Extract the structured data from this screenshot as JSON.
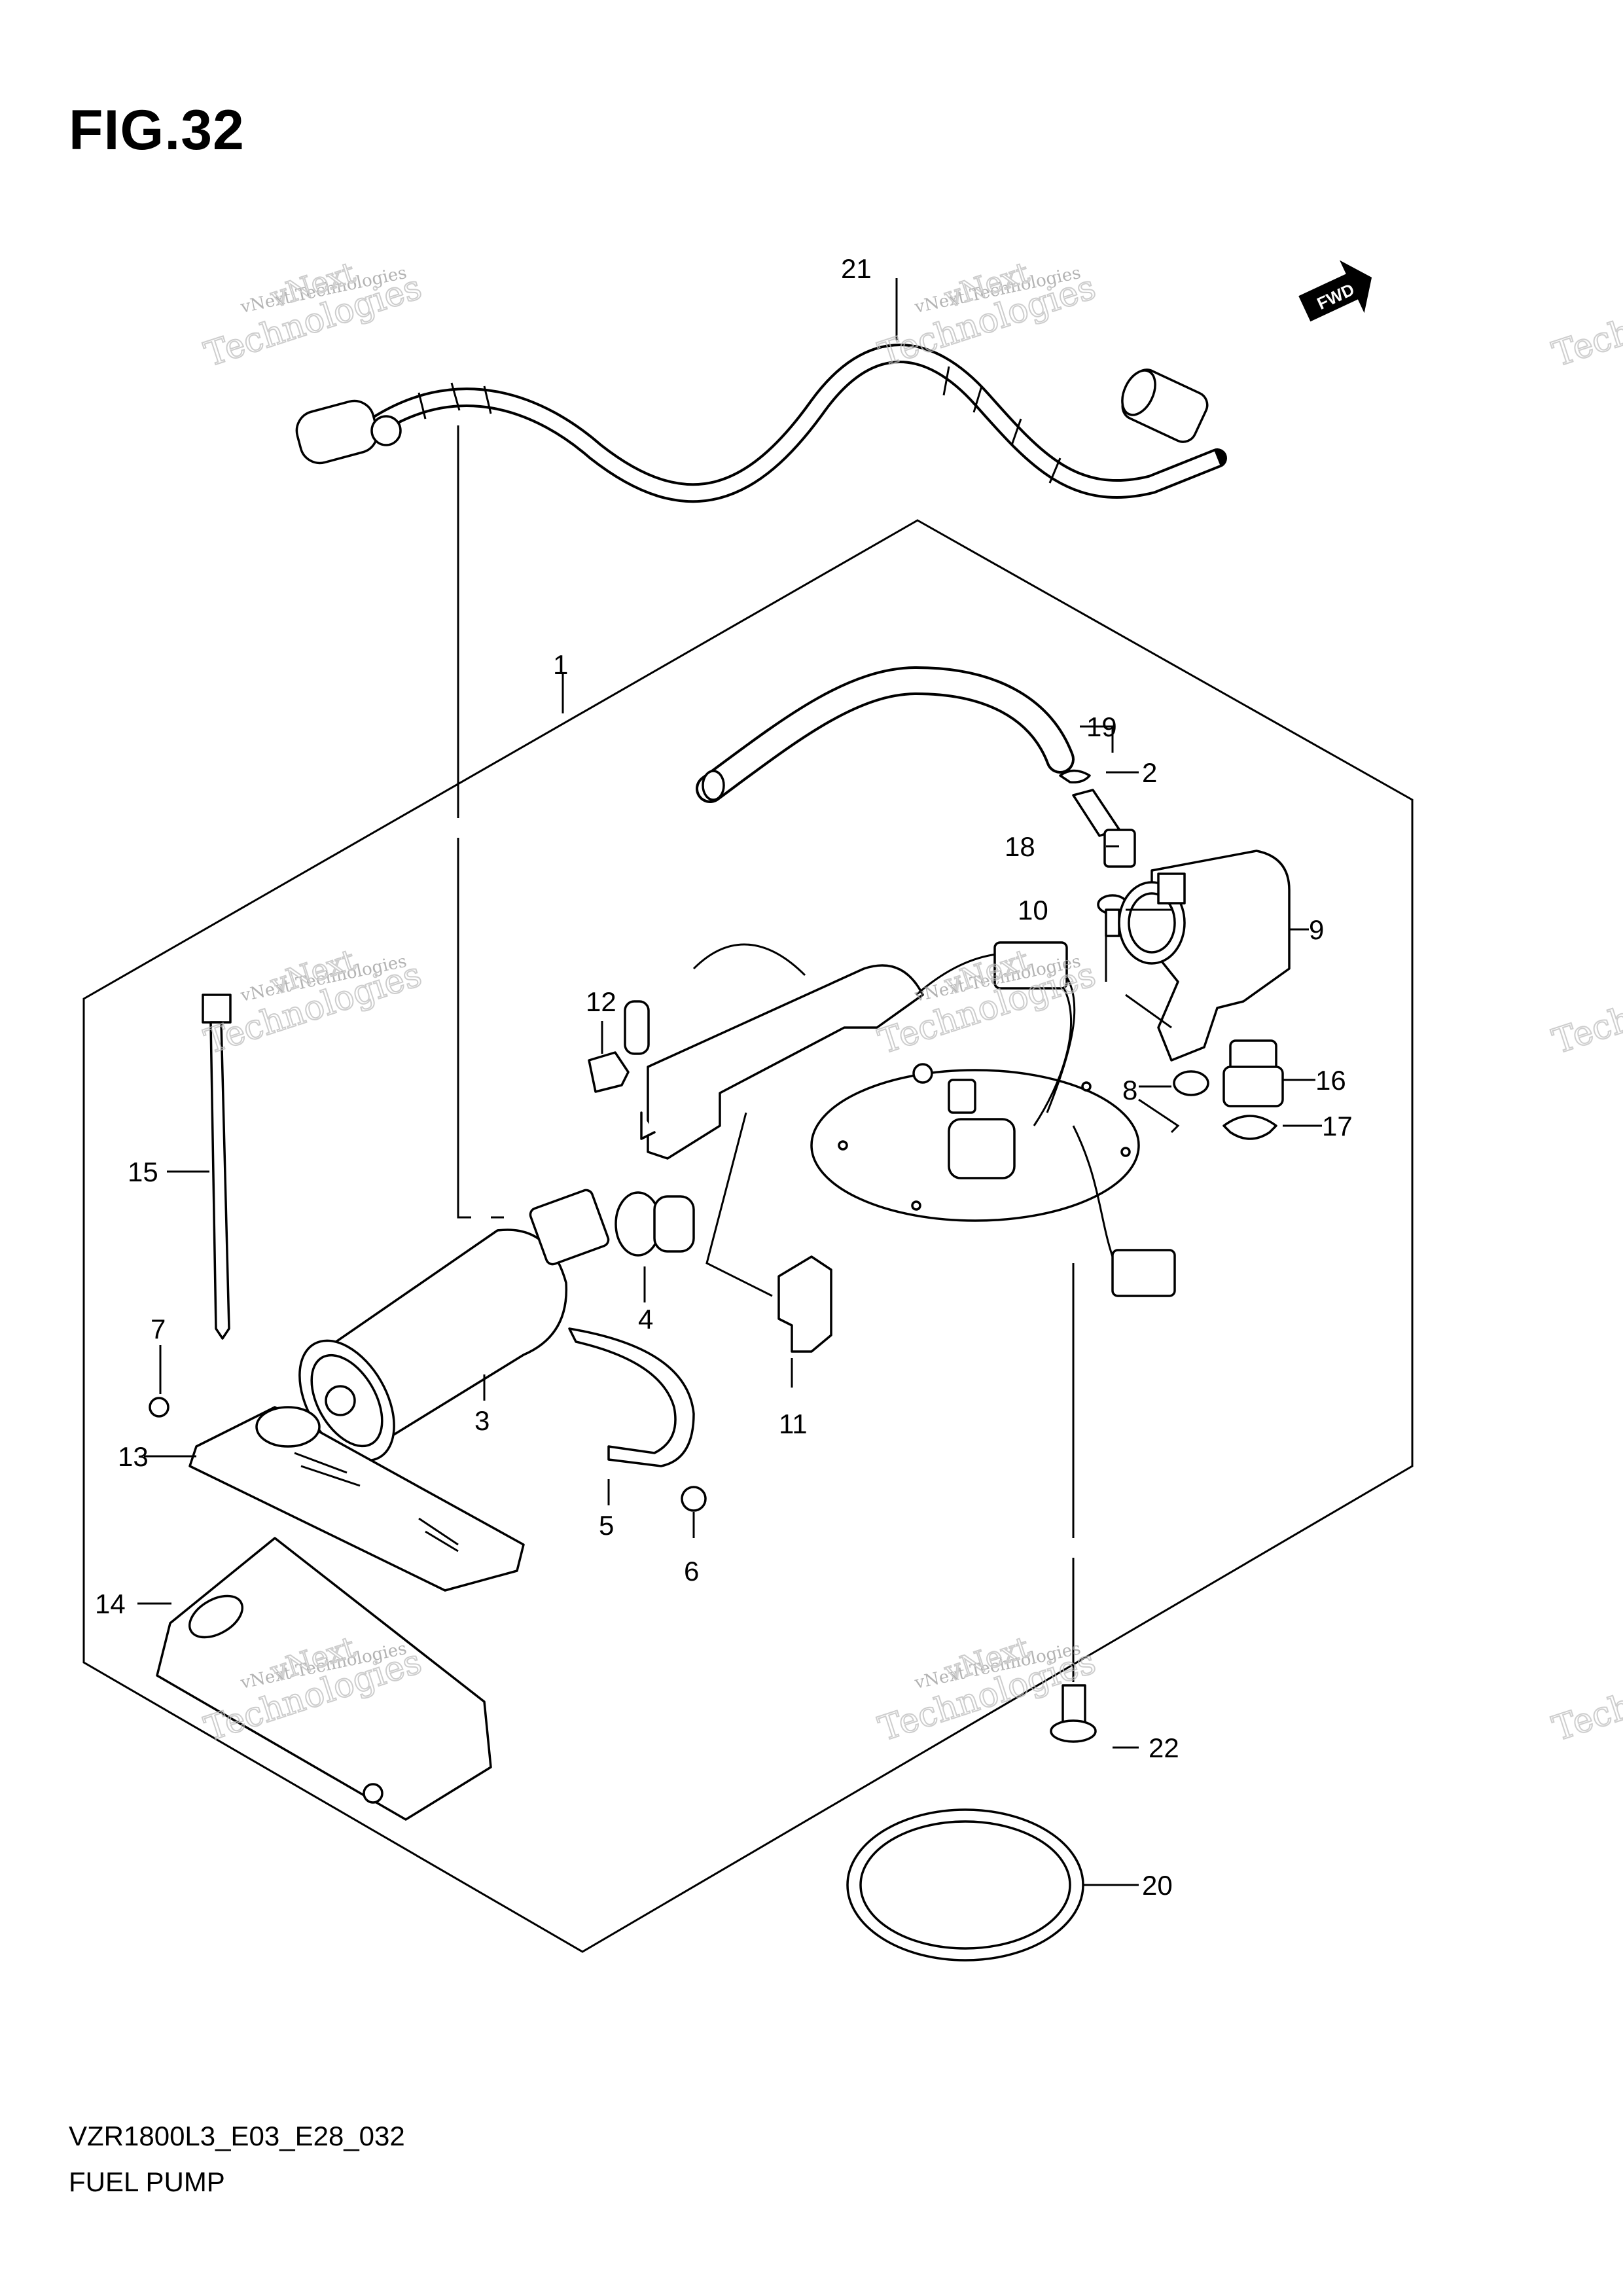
{
  "figure": {
    "title": "FIG.32",
    "model_code": "VZR1800L3_E03_E28_032",
    "name": "FUEL PUMP"
  },
  "watermark": {
    "line1": "vNext Technologies",
    "line2": "vNext",
    "line3": "Technologies"
  },
  "direction_badge": "FWD",
  "callouts": [
    "1",
    "2",
    "3",
    "4",
    "5",
    "6",
    "7",
    "8",
    "9",
    "10",
    "11",
    "12",
    "13",
    "14",
    "15",
    "16",
    "17",
    "18",
    "19",
    "20",
    "21",
    "22"
  ]
}
